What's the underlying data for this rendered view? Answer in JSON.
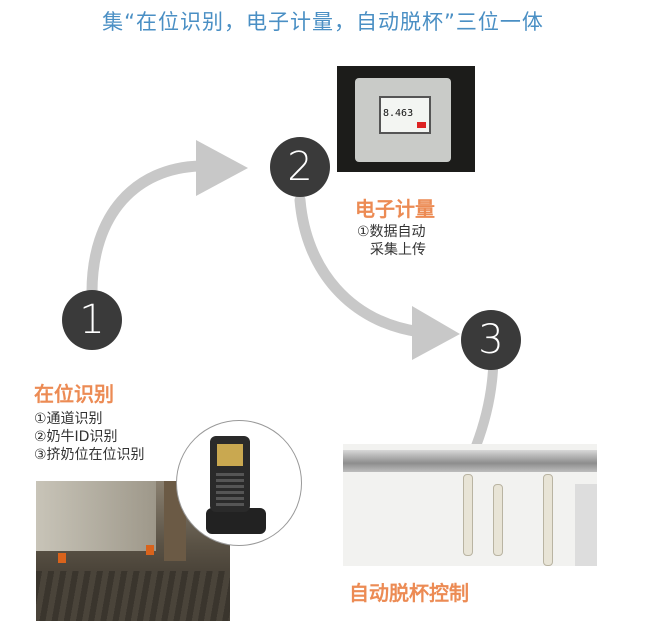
{
  "title": "集“在位识别，电子计量，自动脱杯”三位一体",
  "colors": {
    "title": "#4a8fc4",
    "heading": "#ec8b54",
    "circle": "#3a3a3a",
    "arrow": "#c8c8c8"
  },
  "steps": [
    {
      "number": "1",
      "heading": "在位识别",
      "items": [
        "①通道识别",
        "②奶牛ID识别",
        "③挤奶位在位识别"
      ]
    },
    {
      "number": "2",
      "heading": "电子计量",
      "items": [
        "①数据自动",
        "采集上传"
      ]
    },
    {
      "number": "3",
      "heading": "自动脱杯控制",
      "items": []
    }
  ],
  "meter": {
    "reading": "8.463"
  }
}
